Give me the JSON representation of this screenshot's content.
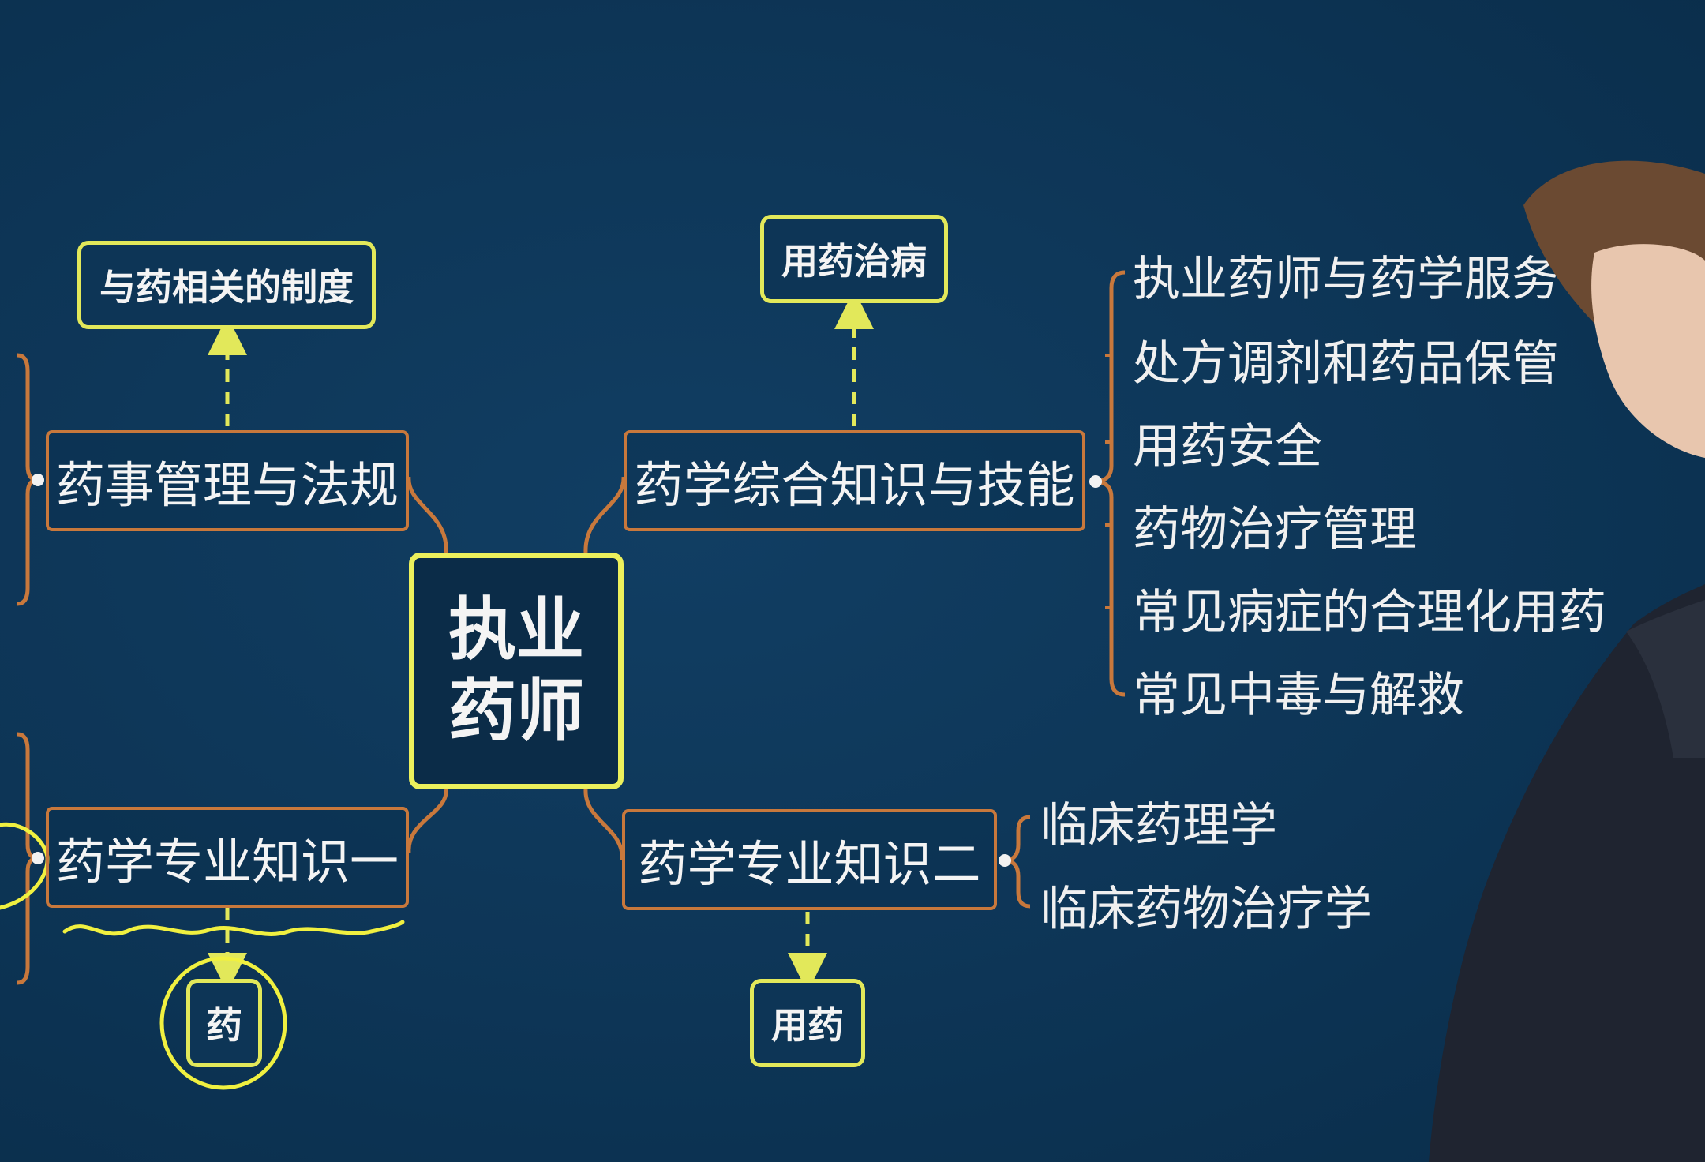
{
  "center": {
    "line1": "执业",
    "line2": "药师"
  },
  "branches": {
    "top_left": {
      "label": "药事管理与法规",
      "tag": "与药相关的制度"
    },
    "bottom_left": {
      "label": "药学专业知识一",
      "tag": "药"
    },
    "top_right": {
      "label": "药学综合知识与技能",
      "tag": "用药治病",
      "items": [
        "执业药师与药学服务",
        "处方调剂和药品保管",
        "用药安全",
        "药物治疗管理",
        "常见病症的合理化用药",
        "常见中毒与解救"
      ]
    },
    "bottom_right": {
      "label": "药学专业知识二",
      "tag": "用药",
      "items": [
        "临床药理学",
        "临床药物治疗学"
      ]
    }
  },
  "colors": {
    "background": "#0d3556",
    "branch_border": "#c8783c",
    "tag_border": "#e2e85a",
    "center_border": "#ecf05c",
    "arrow": "#e2e85a",
    "annotation": "#f0f040"
  }
}
